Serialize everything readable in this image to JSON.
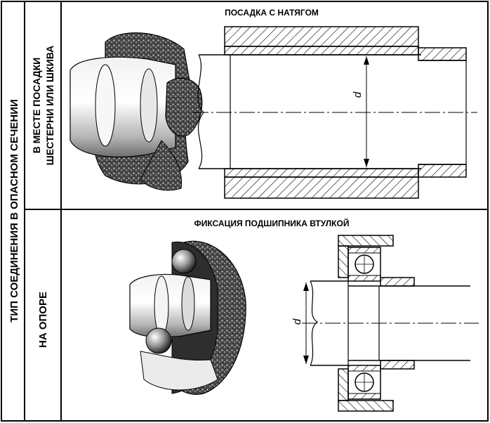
{
  "left_header": "ТИП СОЕДИНЕНИЯ В ОПАСНОМ СЕЧЕНИИ",
  "rows": [
    {
      "label_line1": "В МЕСТЕ ПОСАДКИ",
      "label_line2": "ШЕСТЕРНИ ИЛИ ШКИВА",
      "title": "ПОСАДКА С НАТЯГОМ",
      "dimension": "d"
    },
    {
      "label_line1": "НА ОПОРЕ",
      "title": "ФИКСАЦИЯ ПОДШИПНИКА ВТУЛКОЙ",
      "dimension": "d"
    }
  ]
}
